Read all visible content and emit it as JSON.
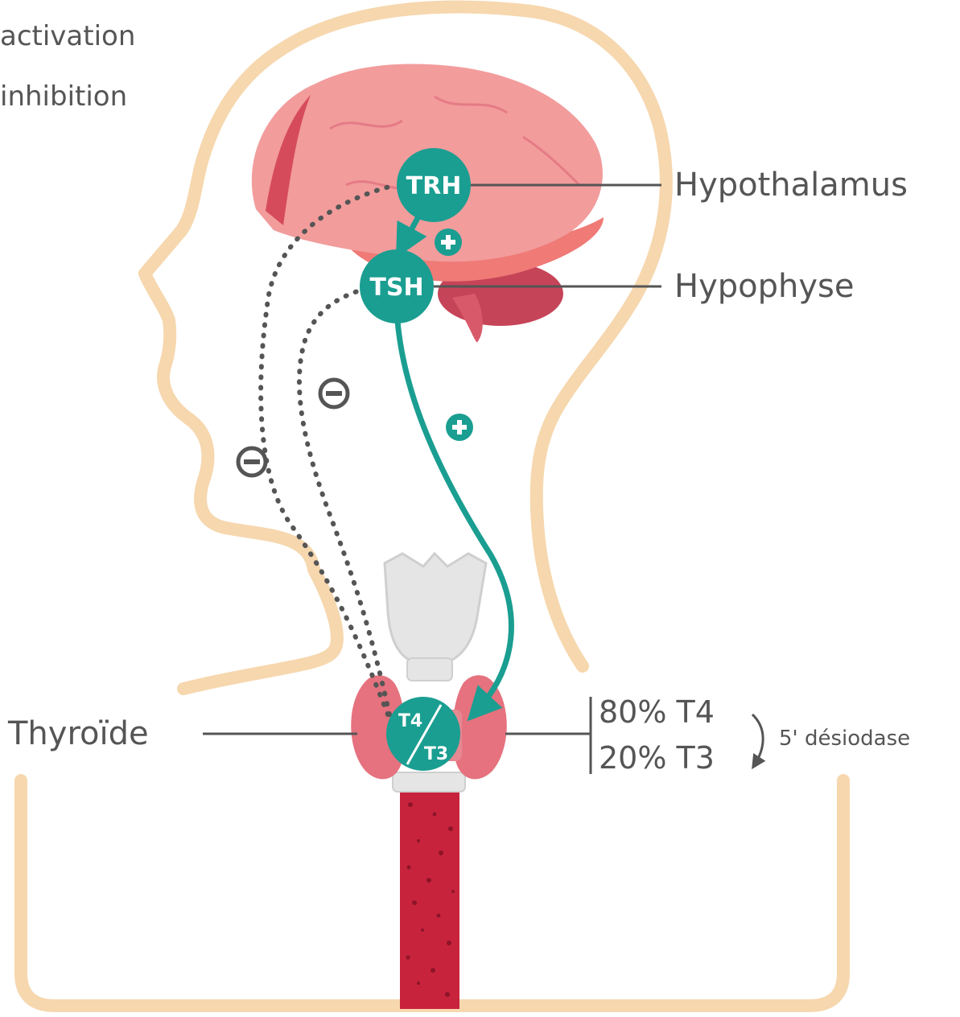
{
  "legend": {
    "activation": "activation",
    "inhibition": "inhibition"
  },
  "labels": {
    "hypothalamus": "Hypothalamus",
    "hypophyse": "Hypophyse",
    "thyroide": "Thyroïde"
  },
  "nodes": {
    "trh": "TRH",
    "tsh": "TSH",
    "t4": "T4",
    "t3": "T3"
  },
  "output": {
    "t4_share": "80% T4",
    "t3_share": "20% T3",
    "conversion": "5' désiodase"
  },
  "colors": {
    "teal": "#1A9E91",
    "outline": "#F6D7AE",
    "brain": "#F29C9C",
    "inhibition": "#555555"
  }
}
